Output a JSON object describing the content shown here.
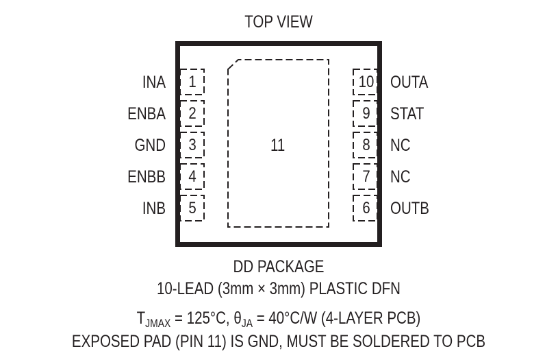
{
  "diagram": {
    "title": "TOP VIEW",
    "exposed_pad": {
      "number": "11",
      "function": "GND"
    },
    "left_pins": [
      {
        "number": "1",
        "label": "INA"
      },
      {
        "number": "2",
        "label": "ENBA"
      },
      {
        "number": "3",
        "label": "GND"
      },
      {
        "number": "4",
        "label": "ENBB"
      },
      {
        "number": "5",
        "label": "INB"
      }
    ],
    "right_pins": [
      {
        "number": "10",
        "label": "OUTA"
      },
      {
        "number": "9",
        "label": "STAT"
      },
      {
        "number": "8",
        "label": "NC"
      },
      {
        "number": "7",
        "label": "NC"
      },
      {
        "number": "6",
        "label": "OUTB"
      }
    ],
    "package_name": "DD PACKAGE",
    "package_desc": "10-LEAD (3mm × 3mm) PLASTIC DFN",
    "thermal": {
      "tj_symbol": "T",
      "tj_sub": "JMAX",
      "tj_value": " = 125°C, ",
      "theta_symbol": "θ",
      "theta_sub": "JA",
      "theta_value": " = 40°C/W (4-LAYER PCB)"
    },
    "note": "EXPOSED PAD (PIN 11) IS GND, MUST BE SOLDERED TO PCB"
  }
}
